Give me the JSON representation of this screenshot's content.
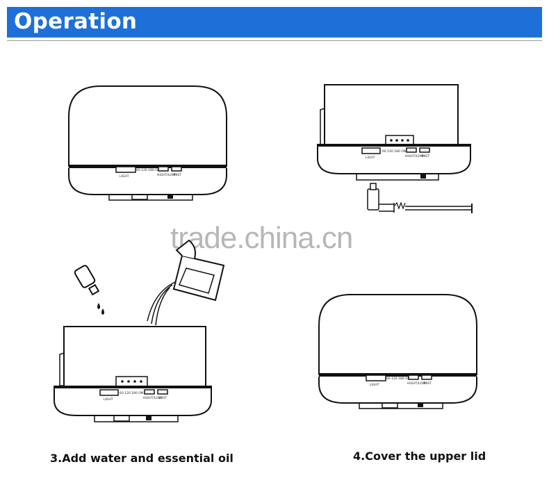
{
  "header": {
    "title": "Operation",
    "accent_color": "#1e6fd8"
  },
  "device_labels": {
    "light": "LIGHT",
    "timer": "60 120 180 ON",
    "high_low": "HIGHT/LOW",
    "mist": "MIST"
  },
  "panels": [
    {
      "caption": ""
    },
    {
      "caption": ""
    },
    {
      "caption": "3.Add water and essential oil"
    },
    {
      "caption": "4.Cover the upper lid"
    }
  ],
  "watermark": "trade.china.cn"
}
